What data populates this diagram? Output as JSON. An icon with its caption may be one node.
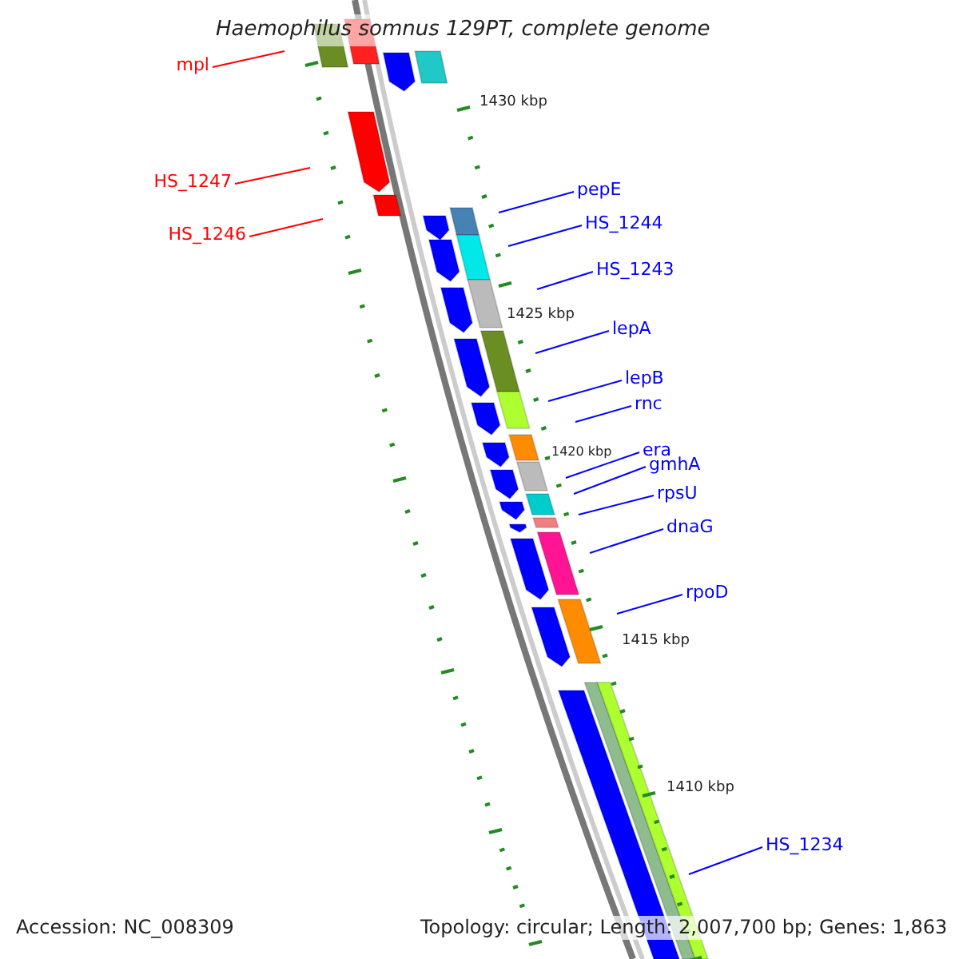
{
  "diagram": {
    "title": "Haemophilus somnus 129PT, complete genome",
    "nodes": [
      {
        "text": [
          "mpl"
        ]
      },
      {
        "text": [
          "HS_1247"
        ]
      },
      {
        "text": [
          "HS_1246"
        ]
      },
      {
        "text": [
          "pepE"
        ]
      },
      {
        "text": [
          "HS_1244"
        ]
      },
      {
        "text": [
          "HS_1243"
        ]
      },
      {
        "text": [
          "lepA"
        ]
      },
      {
        "text": [
          "lepB"
        ]
      },
      {
        "text": [
          "rnc"
        ]
      },
      {
        "text": [
          "era"
        ]
      },
      {
        "text": [
          "gmhA"
        ]
      },
      {
        "text": [
          "rpsU"
        ]
      },
      {
        "text": [
          "dnaG"
        ]
      },
      {
        "text": [
          "rpoD"
        ]
      },
      {
        "text": [
          "HS_1234"
        ]
      }
    ],
    "edges": [
      {
        "from": 0,
        "to": null,
        "arrow": "none",
        "color": "#ff0000"
      },
      {
        "from": 1,
        "to": null,
        "arrow": "none",
        "color": "#ff0000"
      },
      {
        "from": 2,
        "to": null,
        "arrow": "none",
        "color": "#ff0000"
      },
      {
        "from": 3,
        "to": null,
        "arrow": "none"
      },
      {
        "from": 4,
        "to": null,
        "arrow": "none"
      },
      {
        "from": 5,
        "to": null,
        "arrow": "none"
      },
      {
        "from": 6,
        "to": null,
        "arrow": "none"
      },
      {
        "from": 7,
        "to": null,
        "arrow": "none"
      },
      {
        "from": 8,
        "to": null,
        "arrow": "none"
      },
      {
        "from": 9,
        "to": null,
        "arrow": "none"
      },
      {
        "from": 10,
        "to": null,
        "arrow": "none"
      },
      {
        "from": 11,
        "to": null,
        "arrow": "none"
      },
      {
        "from": 12,
        "to": null,
        "arrow": "none"
      },
      {
        "from": 13,
        "to": null,
        "arrow": "none"
      },
      {
        "from": 14,
        "to": null,
        "arrow": "none"
      }
    ],
    "labels": [
      "1430 kbp",
      "1425 kbp",
      "1420 kbp",
      "1415 kbp",
      "1410 kbp",
      "Accession: NC_008309",
      "Topology: circular; Length: 2,007,700 bp; Genes: 1,863"
    ]
  }
}
